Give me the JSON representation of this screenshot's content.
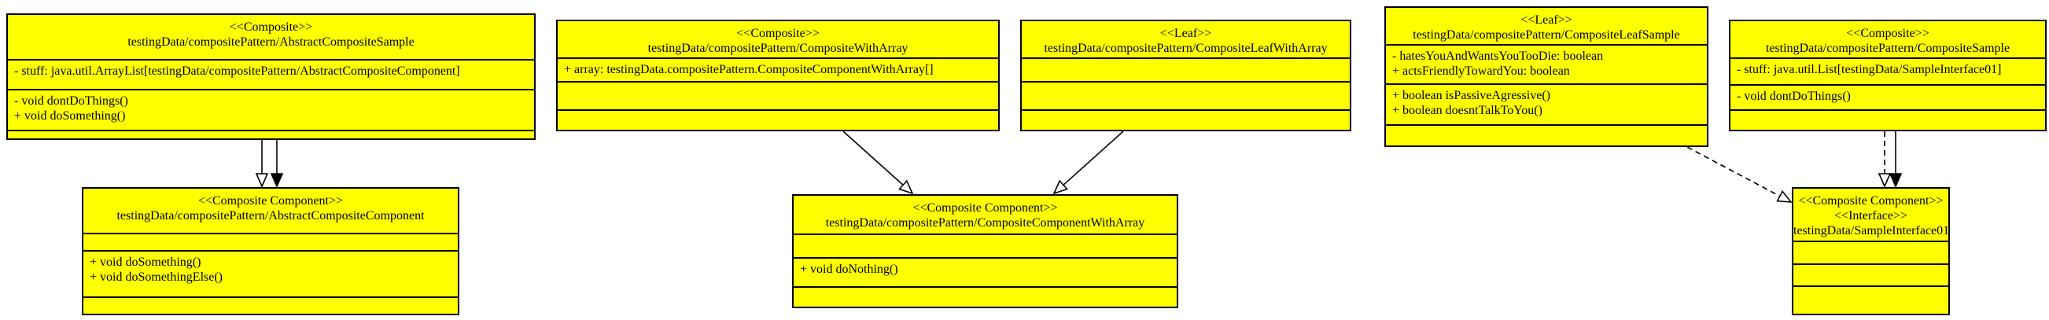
{
  "colors": {
    "fill": "#ffff00",
    "stroke": "#000000",
    "background": "#ffffff"
  },
  "diagram": {
    "boxes": [
      {
        "id": "abstract-composite-sample",
        "stereotypes": [
          "<<Composite>>"
        ],
        "name": "testingData/compositePattern/AbstractCompositeSample",
        "attributes": [
          "- stuff: java.util.ArrayList[testingData/compositePattern/AbstractCompositeComponent]"
        ],
        "operations": [
          "- void dontDoThings()",
          "+ void doSomething()"
        ],
        "extra": []
      },
      {
        "id": "abstract-composite-component",
        "stereotypes": [
          "<<Composite Component>>"
        ],
        "name": "testingData/compositePattern/AbstractCompositeComponent",
        "attributes": [],
        "operations": [
          "+ void doSomething()",
          "+ void doSomethingElse()"
        ],
        "extra": []
      },
      {
        "id": "composite-with-array",
        "stereotypes": [
          "<<Composite>>"
        ],
        "name": "testingData/compositePattern/CompositeWithArray",
        "attributes": [
          "+ array: testingData.compositePattern.CompositeComponentWithArray[]"
        ],
        "operations": [],
        "extra": []
      },
      {
        "id": "composite-leaf-with-array",
        "stereotypes": [
          "<<Leaf>>"
        ],
        "name": "testingData/compositePattern/CompositeLeafWithArray",
        "attributes": [],
        "operations": [],
        "extra": []
      },
      {
        "id": "composite-component-with-array",
        "stereotypes": [
          "<<Composite Component>>"
        ],
        "name": "testingData/compositePattern/CompositeComponentWithArray",
        "attributes": [],
        "operations": [
          "+ void doNothing()"
        ],
        "extra": []
      },
      {
        "id": "composite-leaf-sample",
        "stereotypes": [
          "<<Leaf>>"
        ],
        "name": "testingData/compositePattern/CompositeLeafSample",
        "attributes": [
          "- hatesYouAndWantsYouTooDie: boolean",
          "+ actsFriendlyTowardYou: boolean"
        ],
        "operations": [
          "+ boolean isPassiveAgressive()",
          "+ boolean doesntTalkToYou()"
        ],
        "extra": []
      },
      {
        "id": "composite-sample",
        "stereotypes": [
          "<<Composite>>"
        ],
        "name": "testingData/compositePattern/CompositeSample",
        "attributes": [
          "- stuff: java.util.List[testingData/SampleInterface01]"
        ],
        "operations": [
          "- void dontDoThings()"
        ],
        "extra": []
      },
      {
        "id": "sample-interface-01",
        "stereotypes": [
          "<<Composite Component>>",
          "<<Interface>>"
        ],
        "name": "testingData/SampleInterface01",
        "attributes": [],
        "operations": [],
        "extra": []
      }
    ],
    "edges": [
      {
        "from": "abstract-composite-sample",
        "to": "abstract-composite-component",
        "kind": "inheritance"
      },
      {
        "from": "abstract-composite-sample",
        "to": "abstract-composite-component",
        "kind": "association"
      },
      {
        "from": "composite-with-array",
        "to": "composite-component-with-array",
        "kind": "inheritance"
      },
      {
        "from": "composite-leaf-with-array",
        "to": "composite-component-with-array",
        "kind": "inheritance"
      },
      {
        "from": "composite-leaf-sample",
        "to": "sample-interface-01",
        "kind": "realization"
      },
      {
        "from": "composite-sample",
        "to": "sample-interface-01",
        "kind": "realization"
      },
      {
        "from": "composite-sample",
        "to": "sample-interface-01",
        "kind": "association"
      }
    ]
  }
}
